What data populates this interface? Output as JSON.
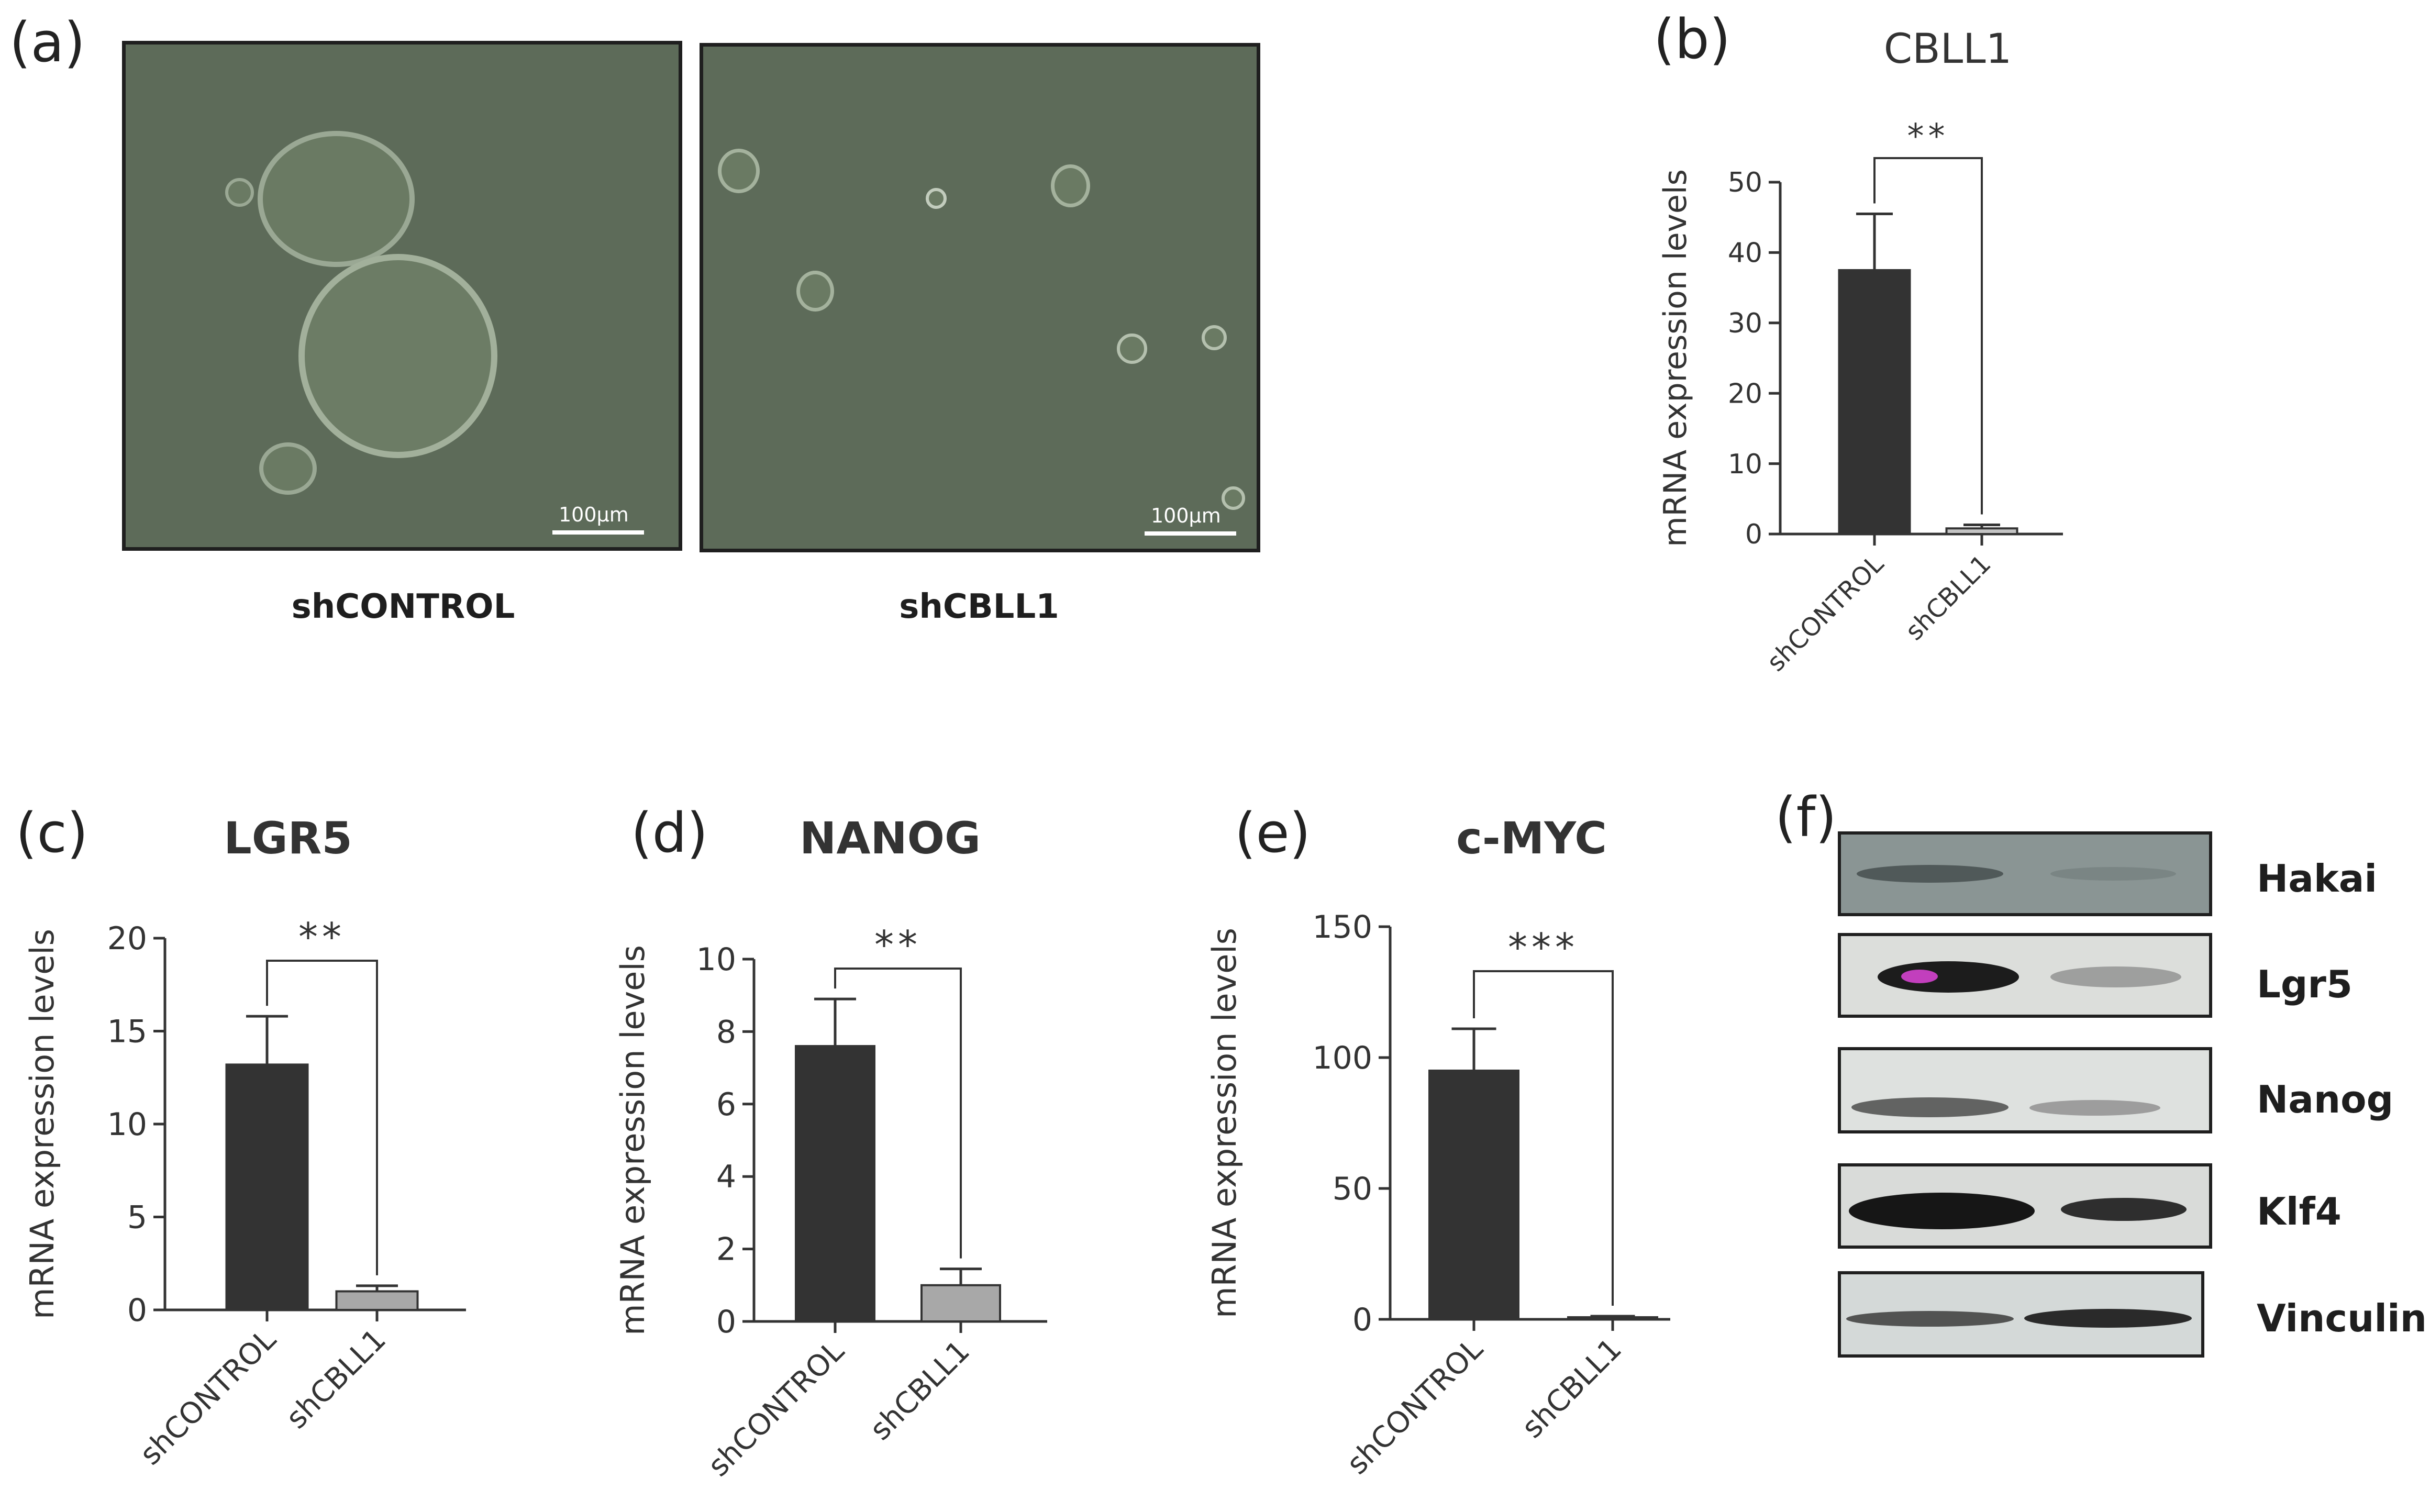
{
  "panels": {
    "a": "(a)",
    "b": "(b)",
    "c": "(c)",
    "d": "(d)",
    "e": "(e)",
    "f": "(f)"
  },
  "micrographs": [
    {
      "caption": "shCONTROL",
      "scale_label": "100μm"
    },
    {
      "caption": "shCBLL1",
      "scale_label": "100μm"
    }
  ],
  "chart_data": [
    {
      "panel": "(b)",
      "type": "bar",
      "title": "CBLL1",
      "categories": [
        "shCONTROL",
        "shCBLL1"
      ],
      "values": [
        37.5,
        0.8
      ],
      "errors": [
        8,
        0.5
      ],
      "ylabel": "mRNA expression levels",
      "ylim": [
        0,
        50
      ],
      "yticks": [
        0,
        10,
        20,
        30,
        40,
        50
      ],
      "significance": "**",
      "bar_colors": [
        "#333333",
        "#c4c4c4"
      ]
    },
    {
      "panel": "(c)",
      "type": "bar",
      "title": "LGR5",
      "categories": [
        "shCONTROL",
        "shCBLL1"
      ],
      "values": [
        13.2,
        1.0
      ],
      "errors": [
        2.6,
        0.3
      ],
      "ylabel": "mRNA expression levels",
      "ylim": [
        0,
        20
      ],
      "yticks": [
        0,
        5,
        10,
        15,
        20
      ],
      "significance": "**",
      "bar_colors": [
        "#333333",
        "#a8a8a8"
      ]
    },
    {
      "panel": "(d)",
      "type": "bar",
      "title": "NANOG",
      "categories": [
        "shCONTROL",
        "shCBLL1"
      ],
      "values": [
        7.6,
        1.0
      ],
      "errors": [
        1.3,
        0.45
      ],
      "ylabel": "mRNA expression levels",
      "ylim": [
        0,
        10
      ],
      "yticks": [
        0,
        2,
        4,
        6,
        8,
        10
      ],
      "significance": "**",
      "bar_colors": [
        "#333333",
        "#a8a8a8"
      ]
    },
    {
      "panel": "(e)",
      "type": "bar",
      "title": "c-MYC",
      "categories": [
        "shCONTROL",
        "shCBLL1"
      ],
      "values": [
        95,
        0.8
      ],
      "errors": [
        16,
        0.4
      ],
      "ylabel": "mRNA expression levels",
      "ylim": [
        0,
        150
      ],
      "yticks": [
        0,
        50,
        100,
        150
      ],
      "significance": "***",
      "bar_colors": [
        "#333333",
        "#a8a8a8"
      ]
    }
  ],
  "western_blot": {
    "lanes": [
      "Hakai",
      "Lgr5",
      "Nanog",
      "Klf4",
      "Vinculin"
    ]
  }
}
